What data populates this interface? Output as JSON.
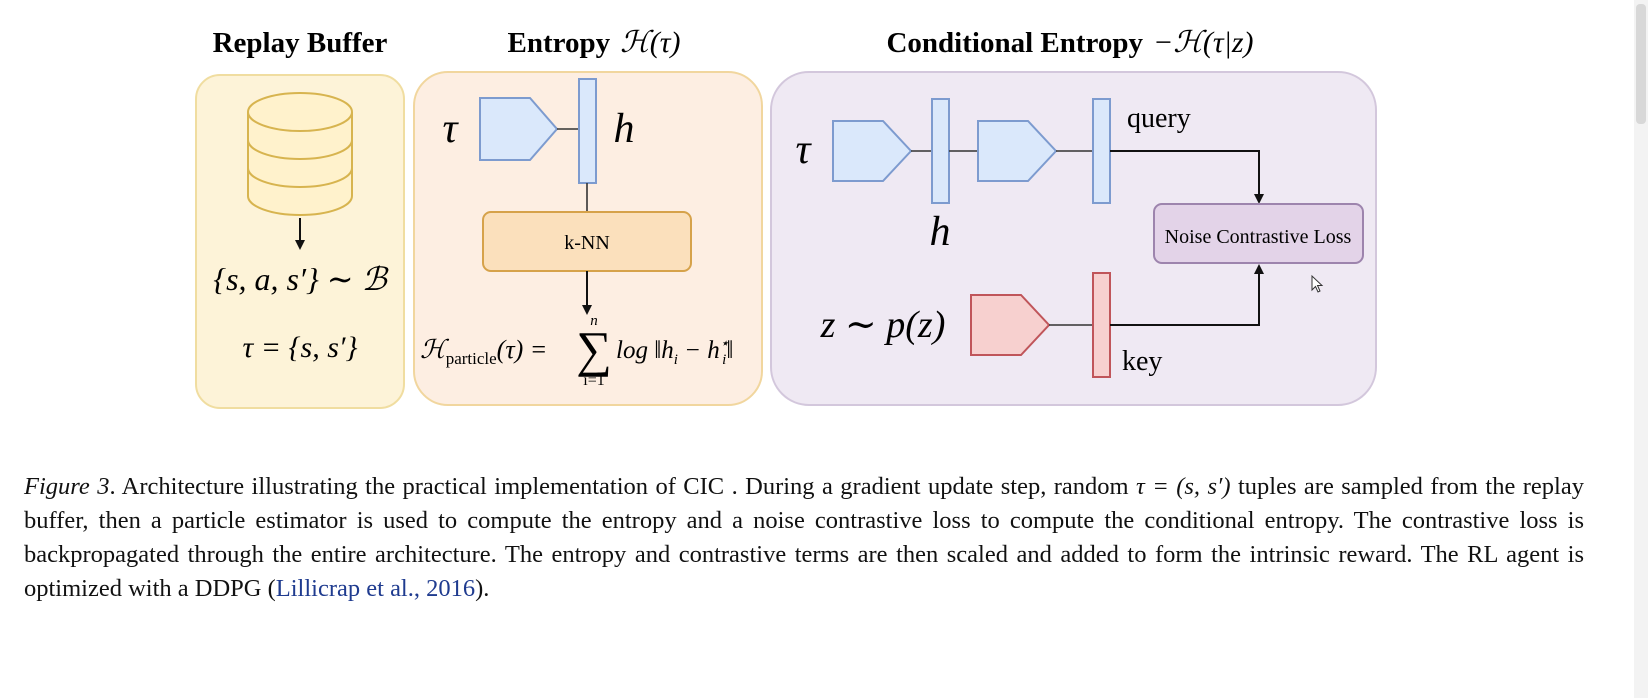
{
  "figure": {
    "replay_buffer": {
      "title": "Replay Buffer",
      "sample_math": "{s, a, s′} ∼ ℬ",
      "tau_math": "τ = {s, s′}"
    },
    "entropy": {
      "title": "Entropy",
      "title_math": "ℋ(τ)",
      "tau_label": "τ",
      "h_label": "h",
      "knn_label": "k-NN",
      "particle_lhs": "ℋ",
      "particle_sub": "particle",
      "particle_arg": "(τ) =",
      "sum_symbol": "∑",
      "sum_upper": "n",
      "sum_lower": "i=1",
      "particle_rhs": "log ‖h",
      "particle_rhs_sub": "i",
      "particle_rhs_mid": " − h",
      "particle_rhs_sup": "⋆",
      "particle_rhs_sub2": "i",
      "particle_rhs_end": "‖"
    },
    "conditional": {
      "title": "Conditional Entropy",
      "title_math": "−ℋ(τ|z)",
      "tau_label": "τ",
      "h_label": "h",
      "query_label": "query",
      "key_label": "key",
      "loss_label": "Noise Contrastive Loss",
      "z_label": "z ∼ p(z)"
    },
    "colors": {
      "replay_fill": "#fdf3d8",
      "replay_stroke": "#f0dda0",
      "entropy_fill": "#fdeee2",
      "entropy_stroke": "#f1d69e",
      "cond_fill": "#efe9f3",
      "cond_stroke": "#d3c7dc",
      "blue_fill": "#dae8fb",
      "blue_stroke": "#7d9bcf",
      "red_fill": "#f7d0cf",
      "red_stroke": "#c0555a",
      "orange_fill": "#fbe0bc",
      "orange_stroke": "#d6a24a",
      "purple_fill": "#e3d3e8",
      "purple_stroke": "#9d84ad",
      "db_fill": "#fff2cc",
      "db_stroke": "#d7b44f",
      "cite": "#1f3b8f"
    }
  },
  "caption": {
    "label": "Figure 3",
    "text_before_tau": ". Architecture illustrating the practical implementation of CIC . During a gradient update step, random ",
    "tau_math": "τ = (s, s′)",
    "text_after_tau": " tuples are sampled from the replay buffer, then a particle estimator is used to compute the entropy and a noise contrastive loss to compute the conditional entropy. The contrastive loss is backpropagated through the entire architecture. The entropy and contrastive terms are then scaled and added to form the intrinsic reward. The RL agent is optimized with a DDPG (",
    "citation": "Lillicrap et al., 2016",
    "text_end": ")."
  }
}
